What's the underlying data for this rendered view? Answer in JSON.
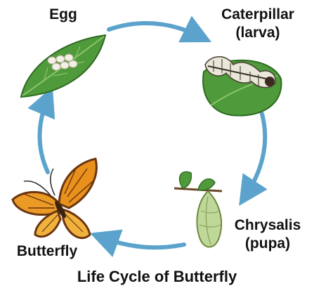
{
  "labels": {
    "egg": "Egg",
    "caterpillar_line1": "Caterpillar",
    "caterpillar_line2": "(larva)",
    "chrysalis_line1": "Chrysalis",
    "chrysalis_line2": "(pupa)",
    "butterfly": "Butterfly"
  },
  "title": "Life Cycle of Butterfly",
  "colors": {
    "arrow": "#5ba3cc",
    "leaf": "#4f9a3a",
    "leaf_dark": "#2f6b22",
    "wing_orange": "#e8911c",
    "wing_dark": "#6b3510"
  }
}
